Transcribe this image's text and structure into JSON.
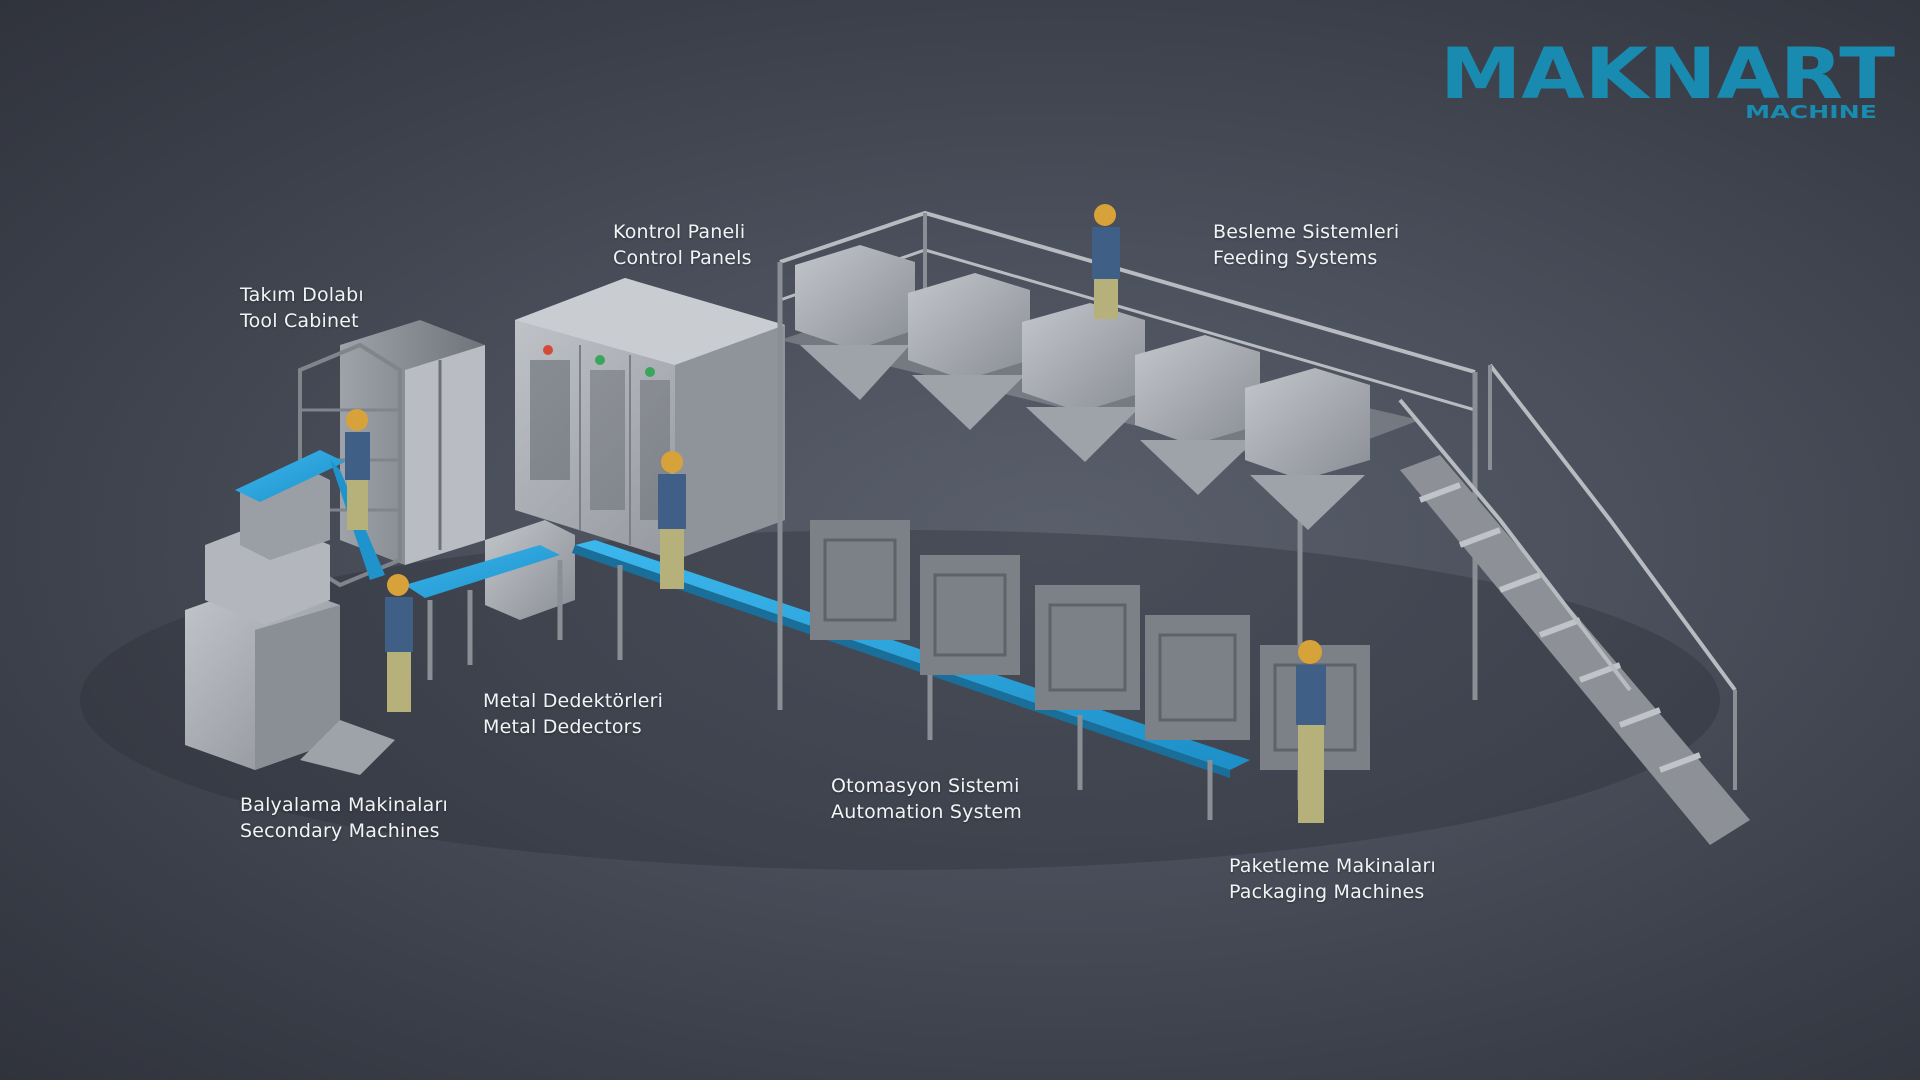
{
  "brand": {
    "logo_text": "MAKNART",
    "logo_sub": "MACHINE",
    "color": "#1a8bb0"
  },
  "labels": {
    "tool_cabinet": {
      "tr": "Takım Dolabı",
      "en": "Tool Cabinet"
    },
    "control_panels": {
      "tr": "Kontrol Paneli",
      "en": "Control Panels"
    },
    "feeding": {
      "tr": "Besleme Sistemleri",
      "en": "Feeding Systems"
    },
    "metal_detectors": {
      "tr": "Metal Dedektörleri",
      "en": "Metal Dedectors"
    },
    "secondary": {
      "tr": "Balyalama Makinaları",
      "en": "Secondary Machines"
    },
    "automation": {
      "tr": "Otomasyon Sistemi",
      "en": "Automation System"
    },
    "packaging": {
      "tr": "Paketleme Makinaları",
      "en": "Packaging Machines"
    }
  },
  "colors": {
    "steel": "#a9adb3",
    "steel_dark": "#7d8188",
    "belt": "#2aa8e0",
    "worker_shirt": "#3f5f86",
    "worker_pants": "#b6b07a",
    "helmet": "#d8a23a"
  }
}
